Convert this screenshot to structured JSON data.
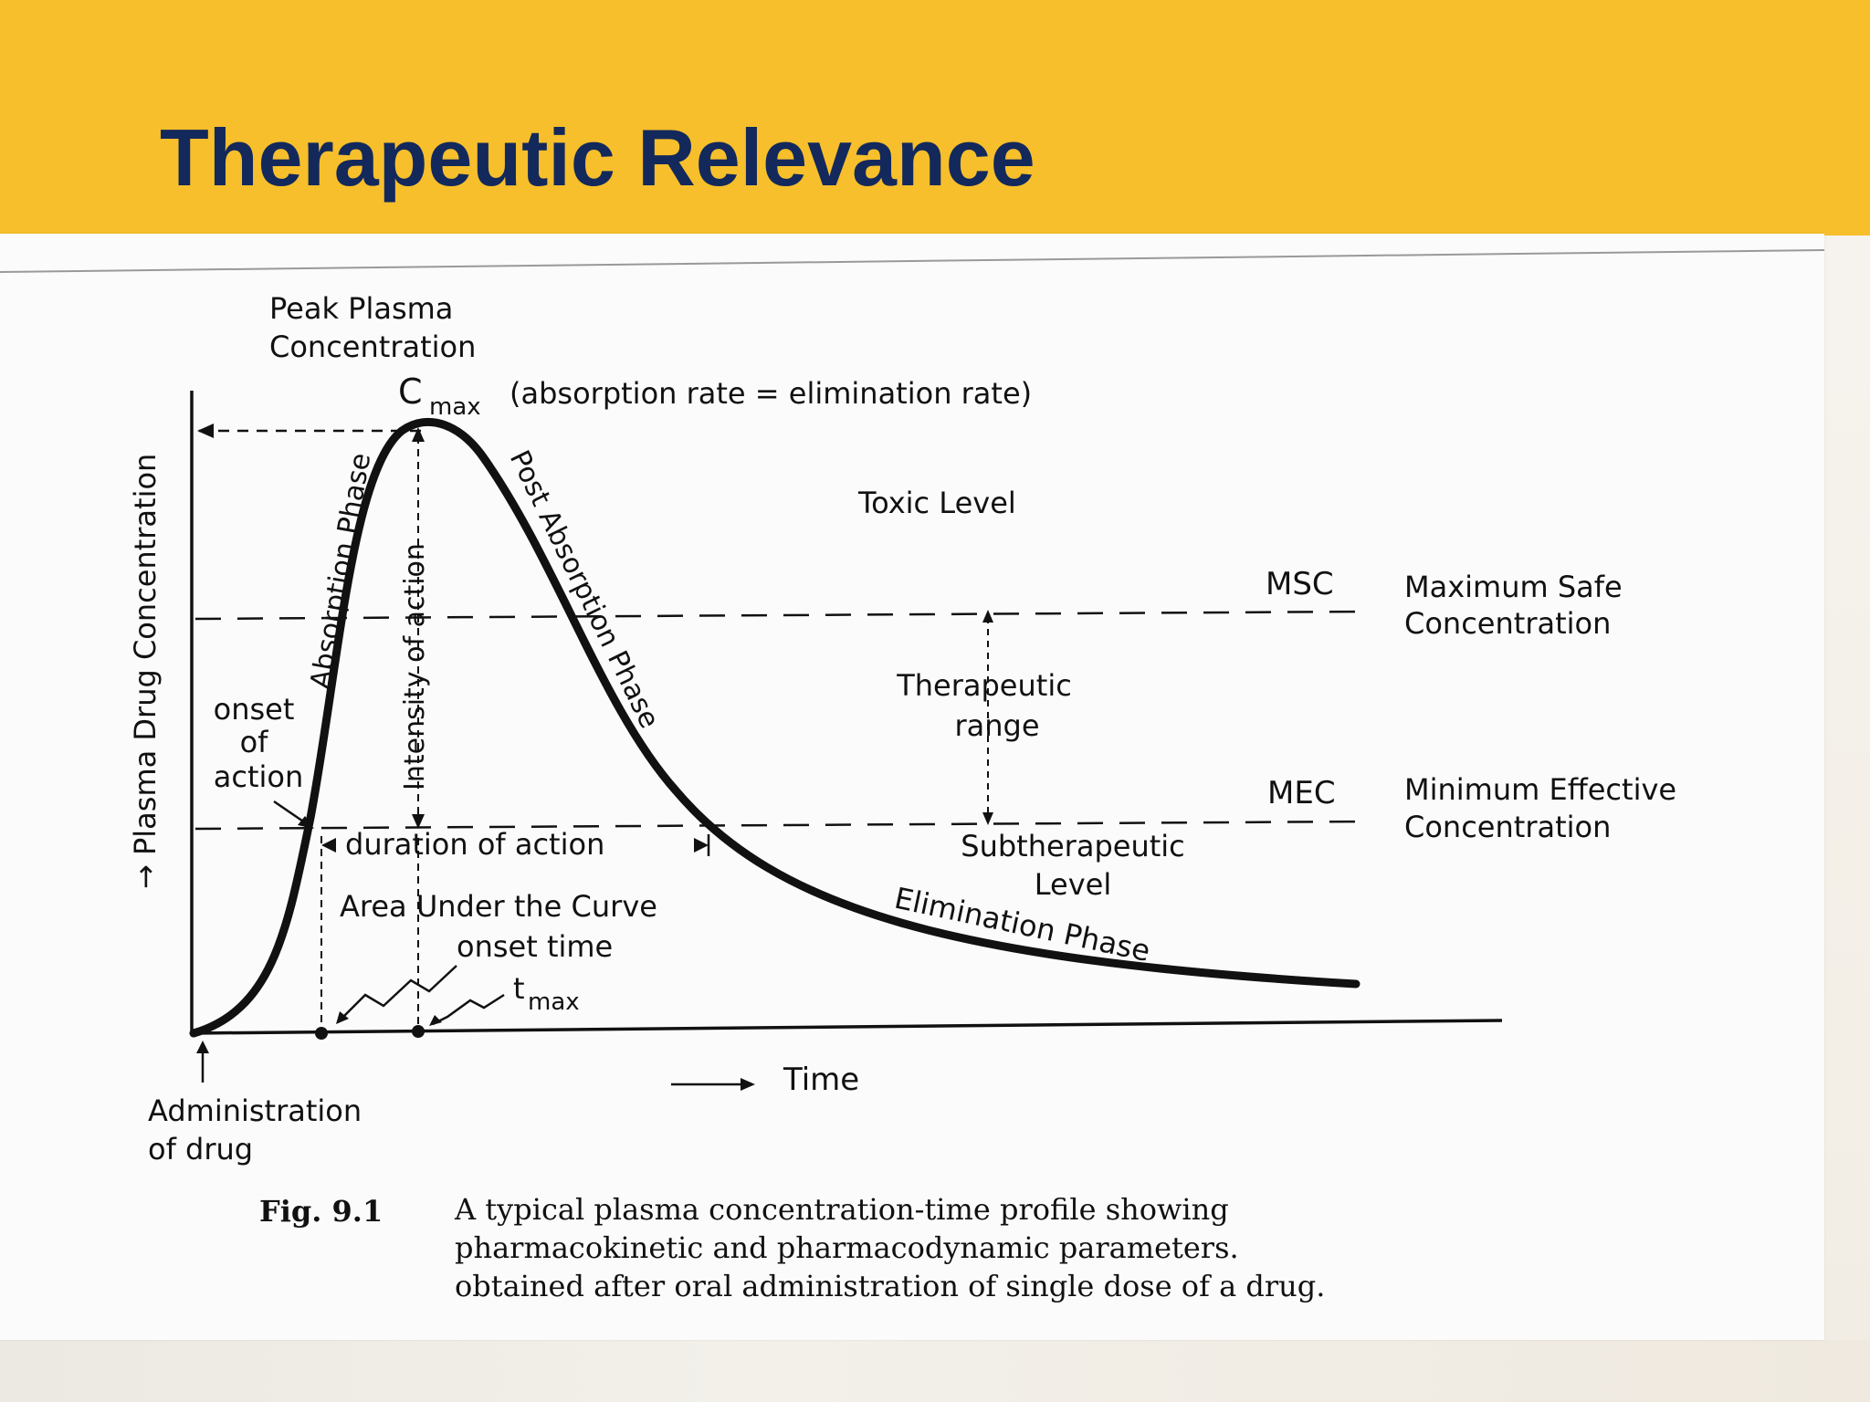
{
  "slide": {
    "title": "Therapeutic Relevance",
    "colors": {
      "header": "#f7bf2b",
      "title": "#13295c",
      "ink": "#111111"
    }
  },
  "figure": {
    "labels": {
      "peak_line1": "Peak Plasma",
      "peak_line2": "Concentration",
      "cmax_c": "C",
      "cmax_sub": "max",
      "cmax_note": "(absorption rate = elimination rate)",
      "toxic_level": "Toxic Level",
      "msc": "MSC",
      "msc_full_line1": "Maximum Safe",
      "msc_full_line2": "Concentration",
      "therapeutic_line1": "Therapeutic",
      "therapeutic_line2": "range",
      "mec": "MEC",
      "mec_full_line1": "Minimum Effective",
      "mec_full_line2": "Concentration",
      "subtherapeutic_line1": "Subtherapeutic",
      "subtherapeutic_line2": "Level",
      "absorption_phase": "Absorption Phase",
      "intensity_of_action": "Intensity of action",
      "post_absorption_phase": "Post Absorption Phase",
      "elimination_phase": "Elimination Phase",
      "onset_line1": "onset",
      "onset_line2": "of",
      "onset_line3": "action",
      "duration_of_action": "duration of action",
      "auc": "Area Under the Curve",
      "onset_time": "onset time",
      "tmax_t": "t",
      "tmax_sub": "max",
      "y_axis": "→ Plasma Drug Concentration",
      "x_axis": "Time",
      "admin_line1": "Administration",
      "admin_line2": "of drug"
    },
    "caption": {
      "label": "Fig. 9.1",
      "line1": "A typical plasma concentration-time profile showing",
      "line2": "pharmacokinetic and pharmacodynamic parameters.",
      "line3": "obtained after oral administration of single dose of a drug."
    }
  }
}
